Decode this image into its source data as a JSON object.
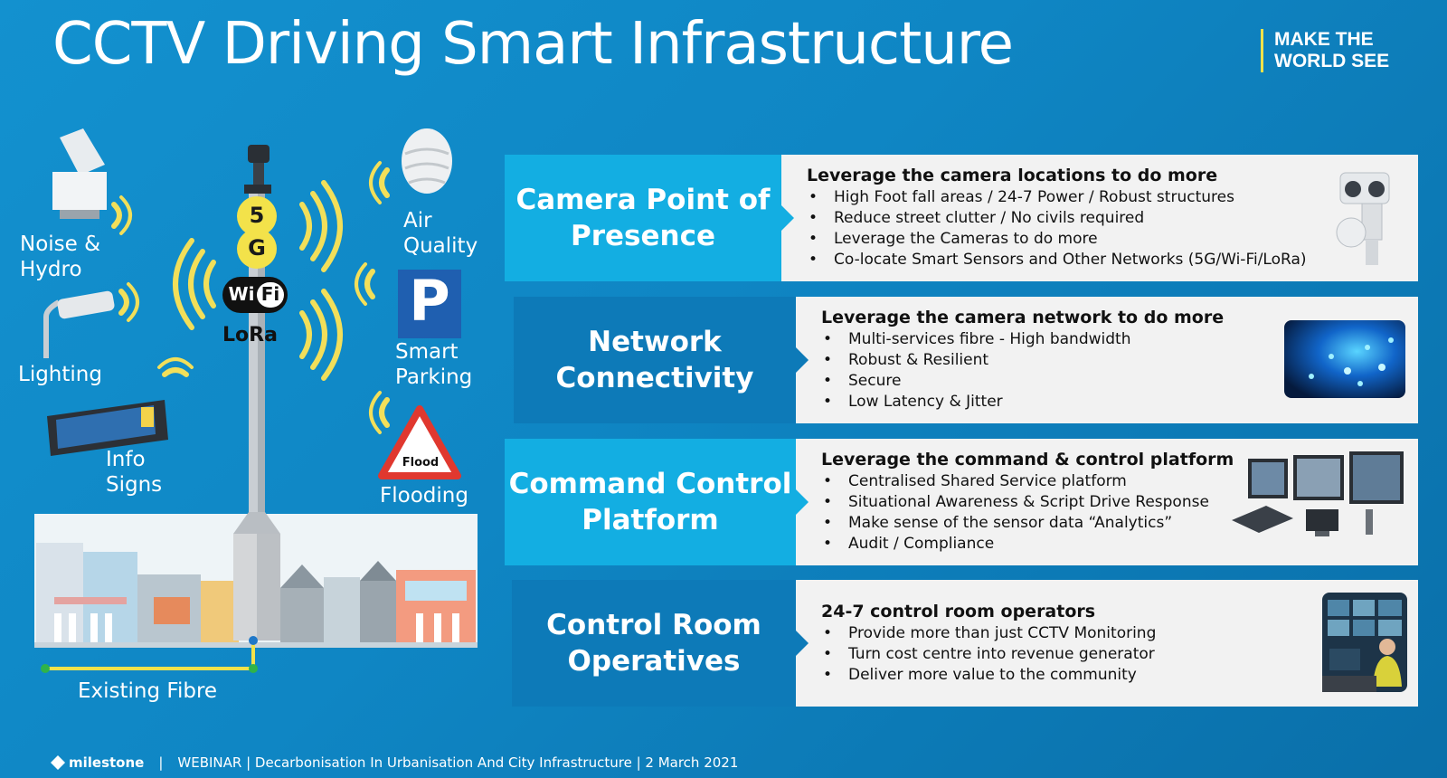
{
  "slide": {
    "title": "CCTV Driving Smart Infrastructure",
    "tagline": [
      "MAKE THE",
      "WORLD SEE"
    ],
    "accent_yellow": "#f3e24a",
    "light_blue": "#13aee2",
    "dark_blue": "#0c78b5"
  },
  "illustration": {
    "labels": {
      "noise_hydro": [
        "Noise &",
        "Hydro"
      ],
      "lighting": "Lighting",
      "info_signs": [
        "Info",
        "Signs"
      ],
      "air_quality": [
        "Air",
        "Quality"
      ],
      "smart_parking": [
        "Smart",
        "Parking"
      ],
      "flooding": "Flooding",
      "existing_fibre": "Existing Fibre"
    },
    "pole_badges": {
      "g5_top": "5",
      "g5_bottom": "G",
      "wifi_left": "Wi",
      "wifi_right": "Fi",
      "lora": "LoRa"
    },
    "parking_letter": "P",
    "flood_sign": "Flood"
  },
  "rows": [
    {
      "label": [
        "Camera Point of",
        "Presence"
      ],
      "heading": "Leverage the camera locations to do more",
      "bullets": [
        "High Foot fall areas / 24-7 Power / Robust structures",
        "Reduce street clutter / No civils required",
        "Leverage the Cameras to do more",
        "Co-locate Smart Sensors and Other Networks (5G/Wi-Fi/LoRa)"
      ],
      "icon": "ptz-camera-icon"
    },
    {
      "label": [
        "Network",
        "Connectivity"
      ],
      "heading": "Leverage the camera network to do more",
      "bullets": [
        "Multi-services fibre - High bandwidth",
        "Robust & Resilient",
        "Secure",
        "Low Latency & Jitter"
      ],
      "icon": "fibre-optic-icon"
    },
    {
      "label": [
        "Command Control",
        "Platform"
      ],
      "heading": "Leverage the command & control platform",
      "bullets": [
        "Centralised Shared Service platform",
        "Situational Awareness & Script Drive Response",
        "Make sense of the sensor data “Analytics”",
        "Audit / Compliance"
      ],
      "icon": "control-monitors-icon"
    },
    {
      "label": [
        "Control Room",
        "Operatives"
      ],
      "heading": "24-7 control room operators",
      "bullets": [
        "Provide more than just CCTV Monitoring",
        "Turn cost centre into revenue generator",
        "Deliver more value to the community"
      ],
      "icon": "control-room-operator-icon"
    }
  ],
  "footer": {
    "logo": "milestone",
    "sep": "|",
    "text": "WEBINAR | Decarbonisation In Urbanisation And City Infrastructure | 2 March 2021"
  }
}
